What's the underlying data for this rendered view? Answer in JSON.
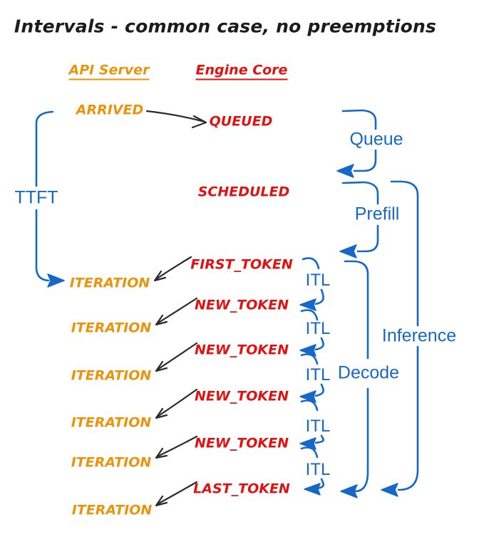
{
  "title": "Intervals - common case, no preemptions",
  "columns": {
    "api_server": "API Server",
    "engine_core": "Engine Core"
  },
  "events": {
    "arrived": "ARRIVED",
    "queued": "QUEUED",
    "scheduled": "SCHEDULED",
    "tokens": [
      "FIRST_TOKEN",
      "NEW_TOKEN",
      "NEW_TOKEN",
      "NEW_TOKEN",
      "NEW_TOKEN",
      "LAST_TOKEN"
    ],
    "iterations": [
      "ITERATION",
      "ITERATION",
      "ITERATION",
      "ITERATION",
      "ITERATION",
      "ITERATION"
    ]
  },
  "intervals": {
    "ttft": "TTFT",
    "queue": "Queue",
    "prefill": "Prefill",
    "itl_labels": [
      "ITL",
      "ITL",
      "ITL",
      "ITL",
      "ITL"
    ],
    "decode": "Decode",
    "inference": "Inference"
  },
  "colors": {
    "background": "#ffffff",
    "title_text": "#1c1c1c",
    "api_server": "#ea940e",
    "engine_core": "#e01212",
    "interval_blue": "#1668c8",
    "black_arrow": "#2b2b2b"
  }
}
